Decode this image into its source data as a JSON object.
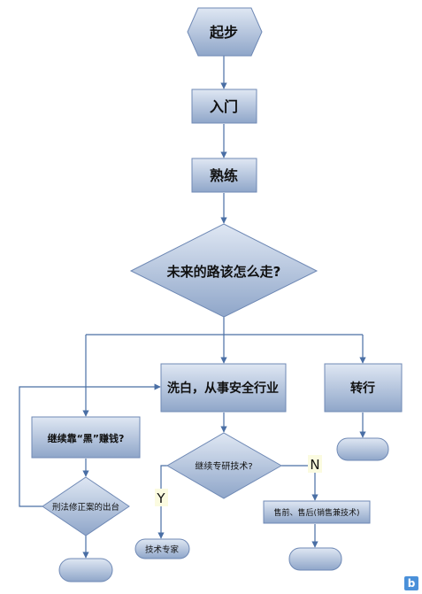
{
  "colors": {
    "node_fill_top": "#dfe7f3",
    "node_fill_bottom": "#8fa6c9",
    "node_stroke": "#6f89b5",
    "connector": "#4a6fa5",
    "branch_label_bg": "#fbfbe0",
    "watermark_bg": "#4a90d9"
  },
  "nodes": {
    "start": "起步",
    "entry": "入门",
    "proficient": "熟练",
    "future_question": "未来的路该怎么走?",
    "go_legit": "洗白，从事安全行业",
    "change_career": "转行",
    "keep_black": "继续靠“黑”赚钱?",
    "criminal_law": "刑法修正案的出台",
    "keep_research": "继续专研技术?",
    "tech_expert": "技术专家",
    "presales": "售前、售后(销售兼技术)"
  },
  "branches": {
    "yes": "Y",
    "no": "N"
  },
  "watermark": {
    "icon": "blog-logo-icon",
    "letter": "b"
  }
}
